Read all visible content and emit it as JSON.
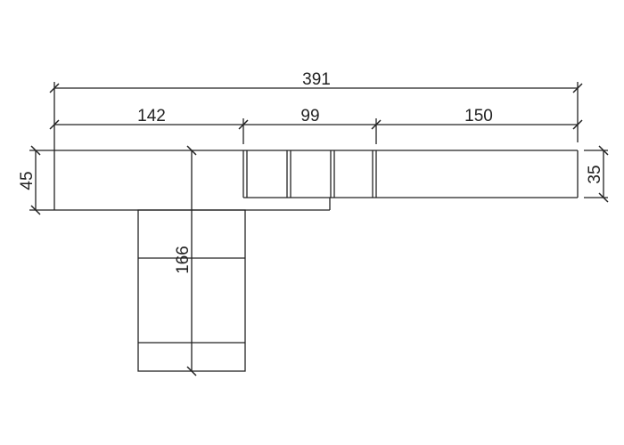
{
  "dimensions": {
    "overall_width": "391",
    "left_section": "142",
    "middle_section": "99",
    "right_section": "150",
    "left_depth": "45",
    "right_depth": "35",
    "return_length": "166"
  },
  "colors": {
    "line": "#222222",
    "background": "#ffffff"
  }
}
